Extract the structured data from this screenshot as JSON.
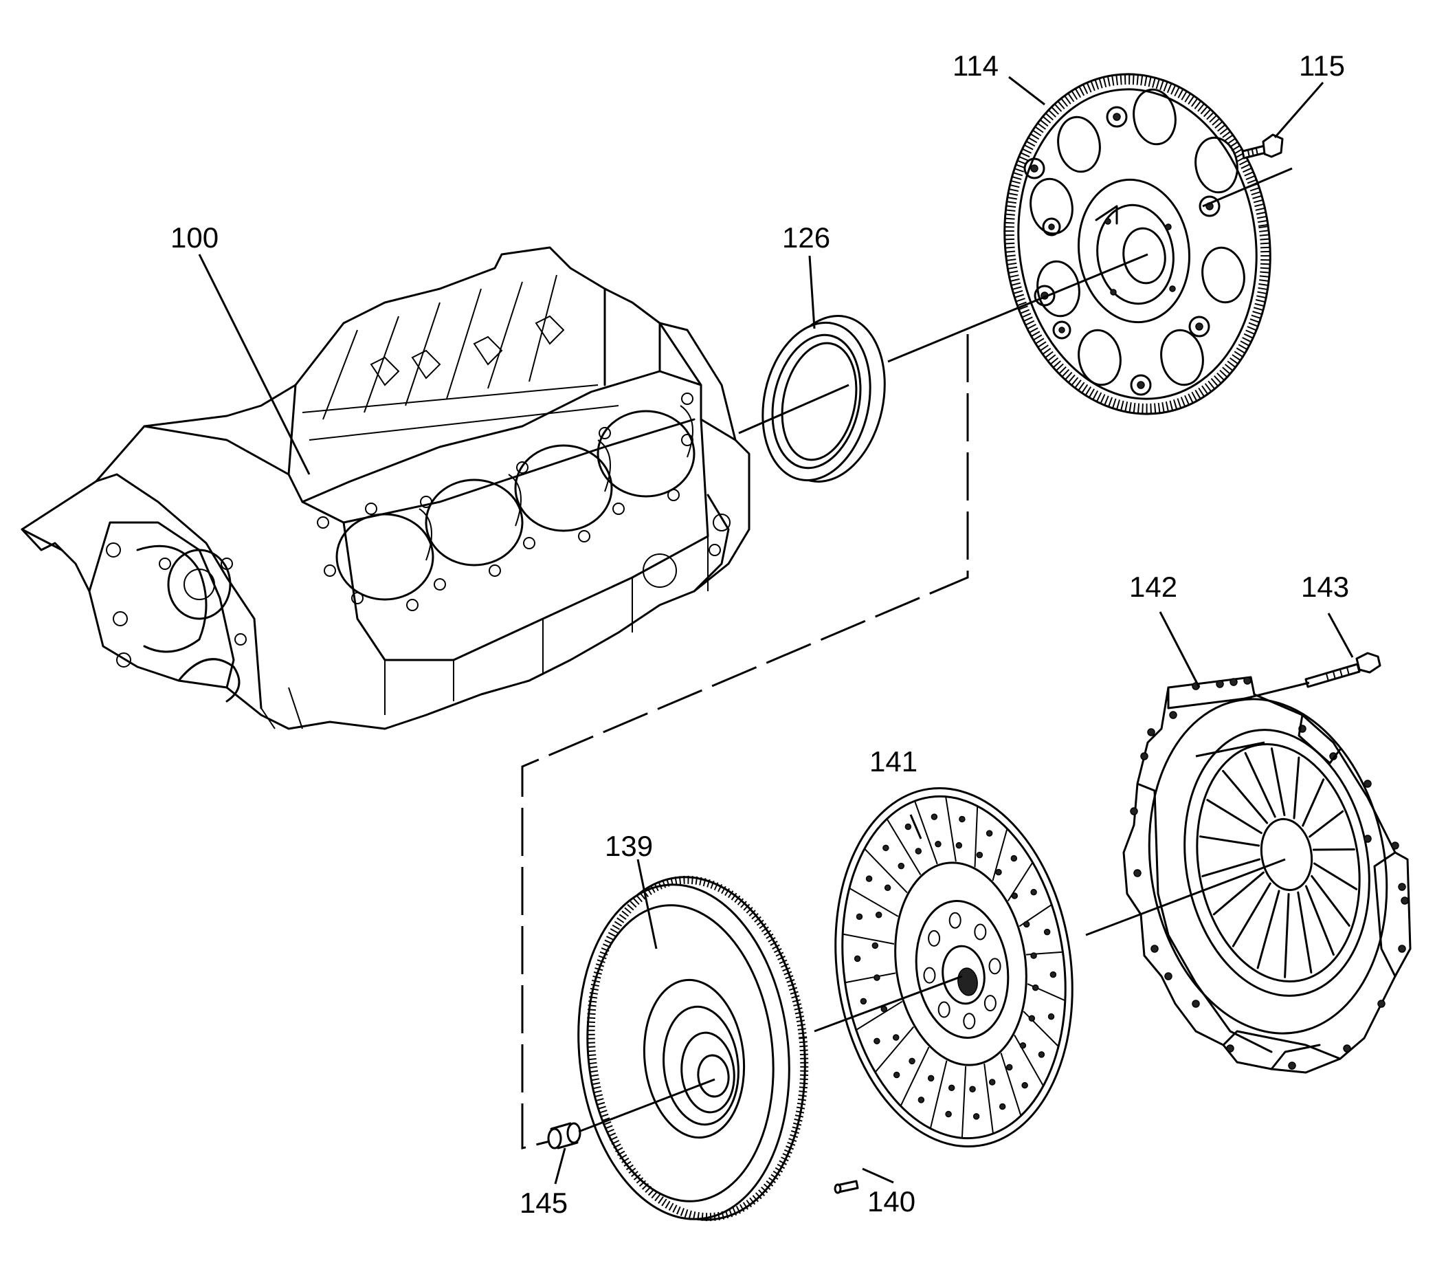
{
  "callouts": {
    "c100": "100",
    "c114": "114",
    "c115": "115",
    "c126": "126",
    "c139": "139",
    "c140": "140",
    "c141": "141",
    "c142": "142",
    "c143": "143",
    "c145": "145"
  }
}
